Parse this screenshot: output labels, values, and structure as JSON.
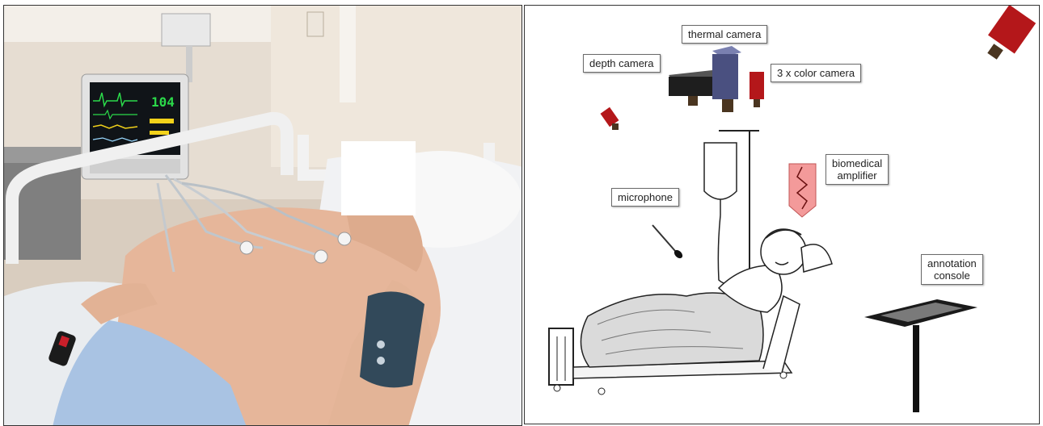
{
  "labels": {
    "thermal_camera": "thermal camera",
    "depth_camera": "depth camera",
    "color_camera": "3 x color camera",
    "biomedical_amplifier_1": "biomedical",
    "biomedical_amplifier_2": "amplifier",
    "microphone": "microphone",
    "annotation_console_1": "annotation",
    "annotation_console_2": "console"
  },
  "monitor": {
    "heart_rate": "104"
  },
  "colors": {
    "depth_camera": "#1e1e1e",
    "thermal_camera": "#4a5080",
    "color_camera": "#b4171a",
    "amplifier": "#f39a9a",
    "console_screen": "#7a7a7a",
    "monitor_green": "#2bd94a",
    "monitor_yellow": "#f2d21a"
  }
}
